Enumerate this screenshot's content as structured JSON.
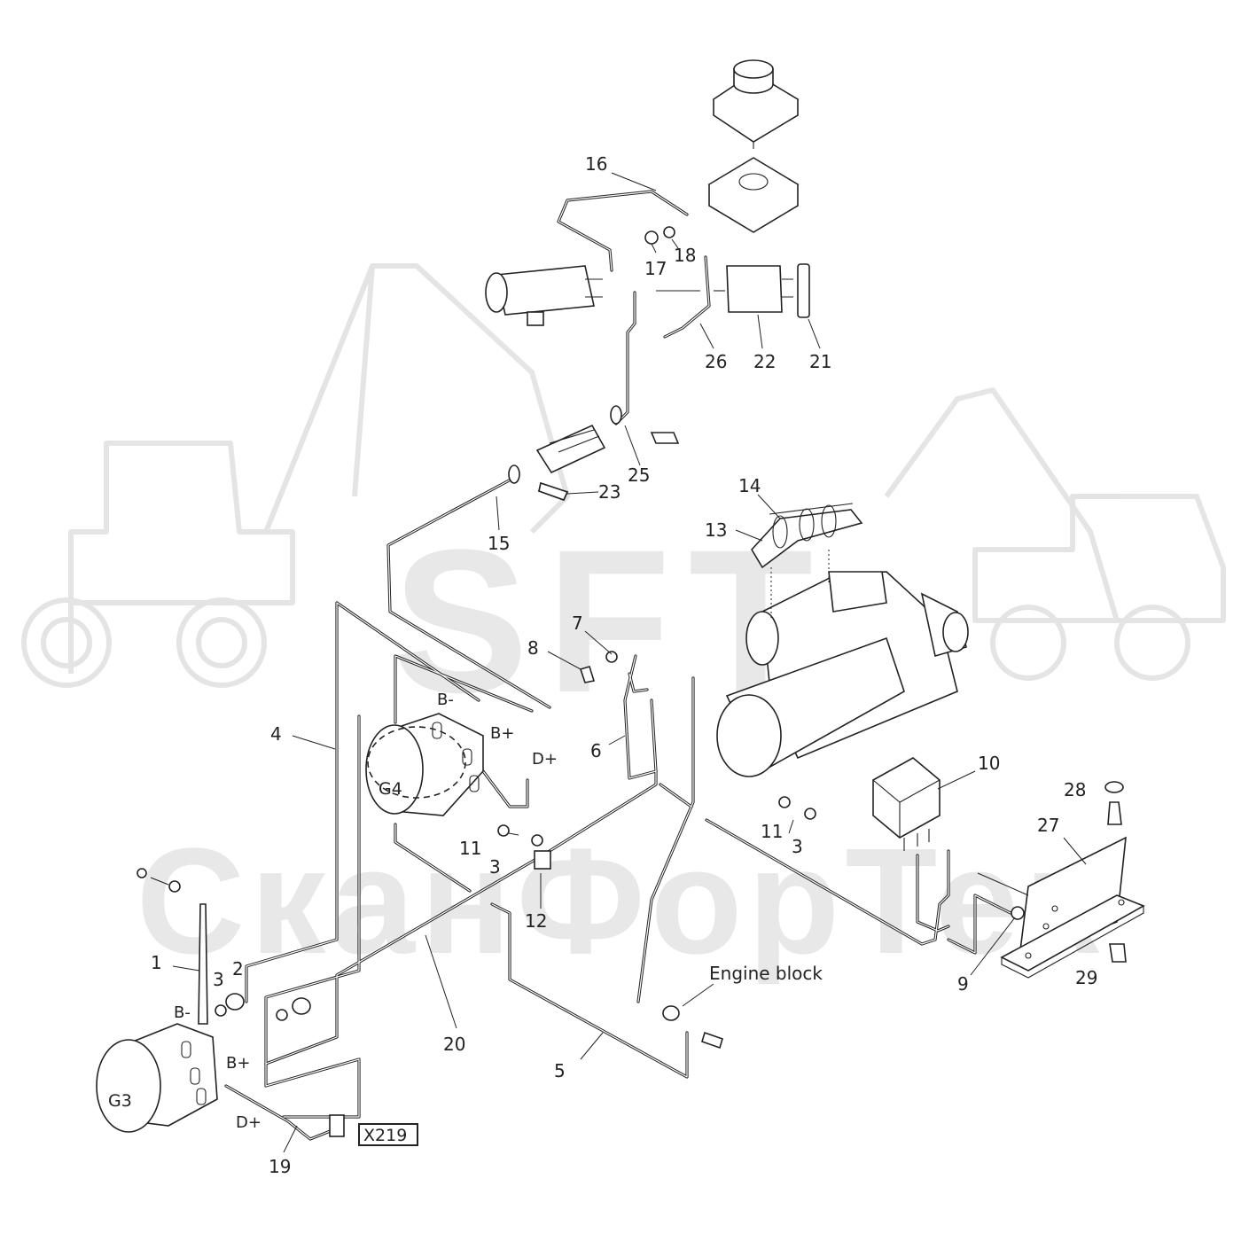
{
  "watermark": {
    "brand": "SFT",
    "company": "СканФорТек"
  },
  "callouts": [
    "1",
    "2",
    "3",
    "4",
    "5",
    "6",
    "7",
    "8",
    "9",
    "10",
    "11",
    "12",
    "13",
    "14",
    "15",
    "16",
    "17",
    "18",
    "19",
    "20",
    "21",
    "22",
    "23",
    "25",
    "26",
    "27",
    "28",
    "29"
  ],
  "terminals": {
    "b_minus": "B-",
    "b_plus": "B+",
    "d_plus": "D+"
  },
  "components": {
    "alternator_g3": "G3",
    "alternator_g4": "G4",
    "connector": "X219",
    "engine_block": "Engine block"
  }
}
